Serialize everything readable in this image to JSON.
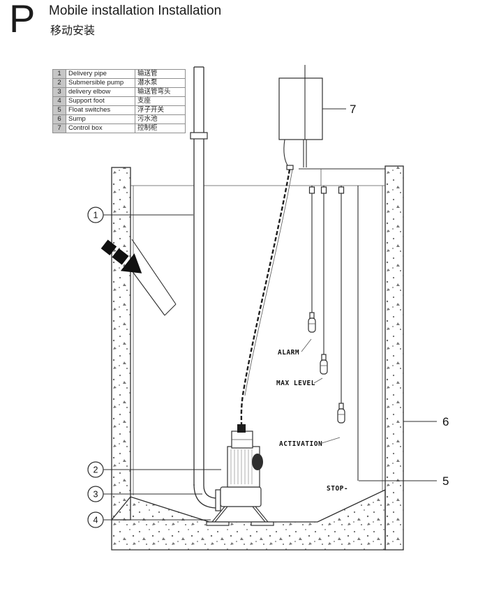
{
  "header": {
    "letter": "P",
    "title_en": "Mobile installation Installation",
    "title_zh": "移动安装"
  },
  "legend": {
    "rows": [
      {
        "num": "1",
        "en": "Delivery pipe",
        "zh": "输送管"
      },
      {
        "num": "2",
        "en": "Submersible pump",
        "zh": "潜水泵"
      },
      {
        "num": "3",
        "en": "delivery elbow",
        "zh": "输送管弯头"
      },
      {
        "num": "4",
        "en": "Support foot",
        "zh": "支座"
      },
      {
        "num": "5",
        "en": "Float switches",
        "zh": "浮子开关"
      },
      {
        "num": "6",
        "en": "Sump",
        "zh": "污水池"
      },
      {
        "num": "7",
        "en": "Control box",
        "zh": "控制柜"
      }
    ]
  },
  "diagram": {
    "callouts": {
      "c1": "1",
      "c2": "2",
      "c3": "3",
      "c4": "4",
      "c5": "5",
      "c6": "6",
      "c7": "7"
    },
    "labels": {
      "alarm": "ALARM",
      "max_level": "MAX LEVEL",
      "activation": "ACTIVATION",
      "stop": "STOP-"
    },
    "colors": {
      "line": "#2e2e2e",
      "speckle": "#6a6a6a",
      "legend_num_bg": "#c6c6c6"
    }
  }
}
